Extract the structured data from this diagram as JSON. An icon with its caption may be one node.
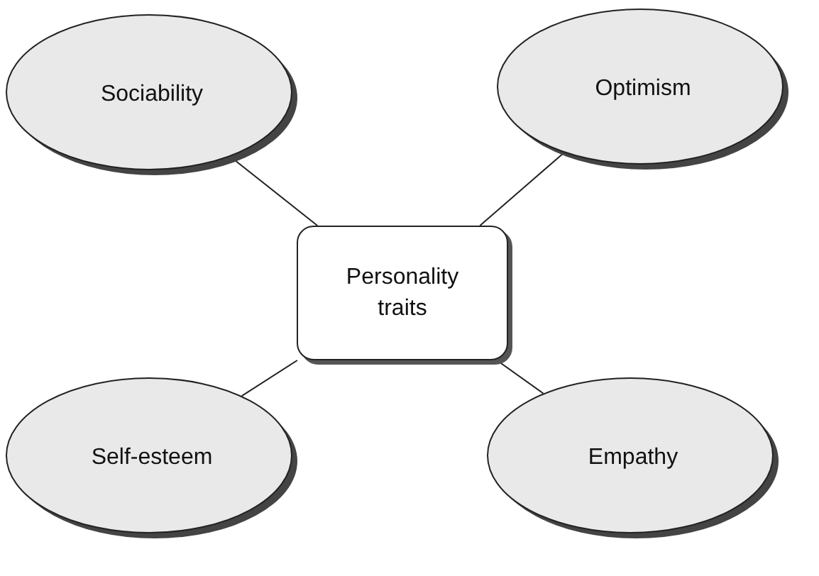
{
  "diagram": {
    "nodes": [
      {
        "text": [
          "Sociability"
        ]
      },
      {
        "text": [
          "Optimism"
        ]
      },
      {
        "text": [
          "Personality traits"
        ]
      },
      {
        "text": [
          "Self-esteem"
        ]
      },
      {
        "text": [
          "Empathy"
        ]
      }
    ],
    "edges": [
      {
        "from": 2,
        "to": 0,
        "arrow": "none"
      },
      {
        "from": 2,
        "to": 1,
        "arrow": "none"
      },
      {
        "from": 2,
        "to": 3,
        "arrow": "none"
      },
      {
        "from": 2,
        "to": 4,
        "arrow": "none"
      }
    ]
  }
}
